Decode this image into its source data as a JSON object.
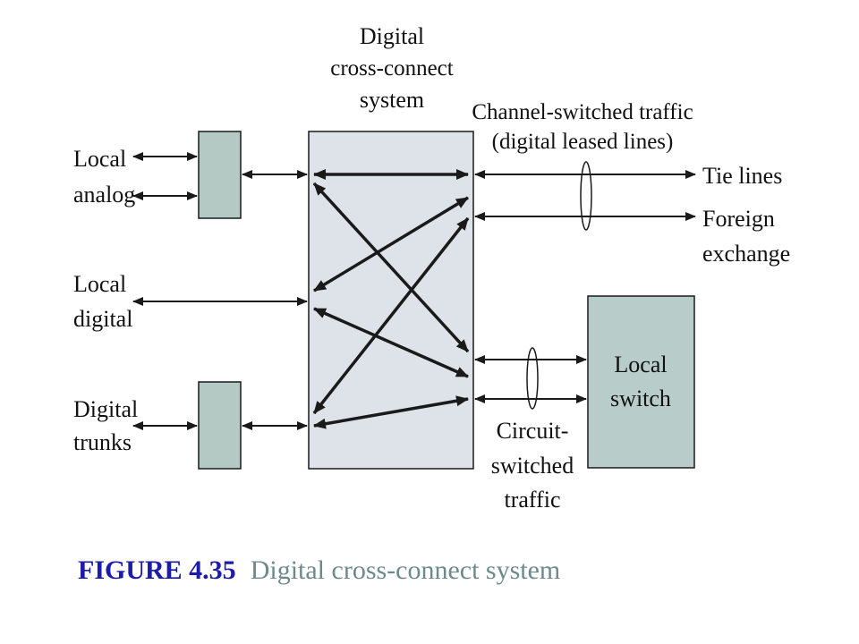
{
  "colors": {
    "module_fill": "#b4c8c4",
    "dcs_fill": "#dde3e8",
    "local_switch_fill": "#b8cdca",
    "stroke": "#1a1a1a",
    "caption_number": "#1c1ca8",
    "caption_text": "#6d8a88"
  },
  "dcs_label": [
    "Digital",
    "cross-connect",
    "system"
  ],
  "channel_label": [
    "Channel-switched traffic",
    "(digital leased lines)"
  ],
  "local_analog": [
    "Local",
    "analog"
  ],
  "local_digital": [
    "Local",
    "digital"
  ],
  "digital_trunks": [
    "Digital",
    "trunks"
  ],
  "tie_lines": "Tie lines",
  "foreign_exchange": [
    "Foreign",
    "exchange"
  ],
  "local_switch": [
    "Local",
    "switch"
  ],
  "circuit_label": [
    "Circuit-",
    "switched",
    "traffic"
  ],
  "caption": {
    "number": "FIGURE 4.35",
    "text": "Digital cross-connect system"
  }
}
